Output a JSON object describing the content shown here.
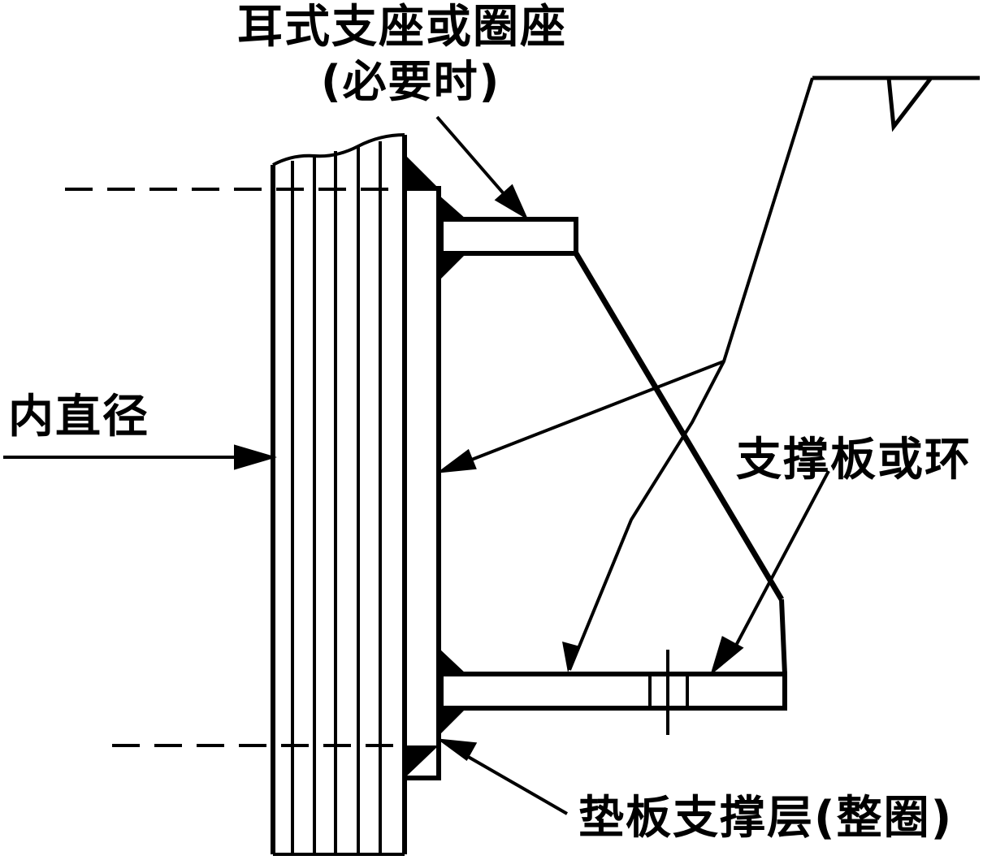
{
  "labels": {
    "lug_support_line1": "耳式支座或圈座",
    "lug_support_line2": "(必要时)",
    "inner_diameter": "内直径",
    "support_plate_or_ring": "支撑板或环",
    "pad_support_layer": "垫板支撑层(整圈)"
  },
  "colors": {
    "ink": "#000000",
    "background": "#ffffff"
  }
}
